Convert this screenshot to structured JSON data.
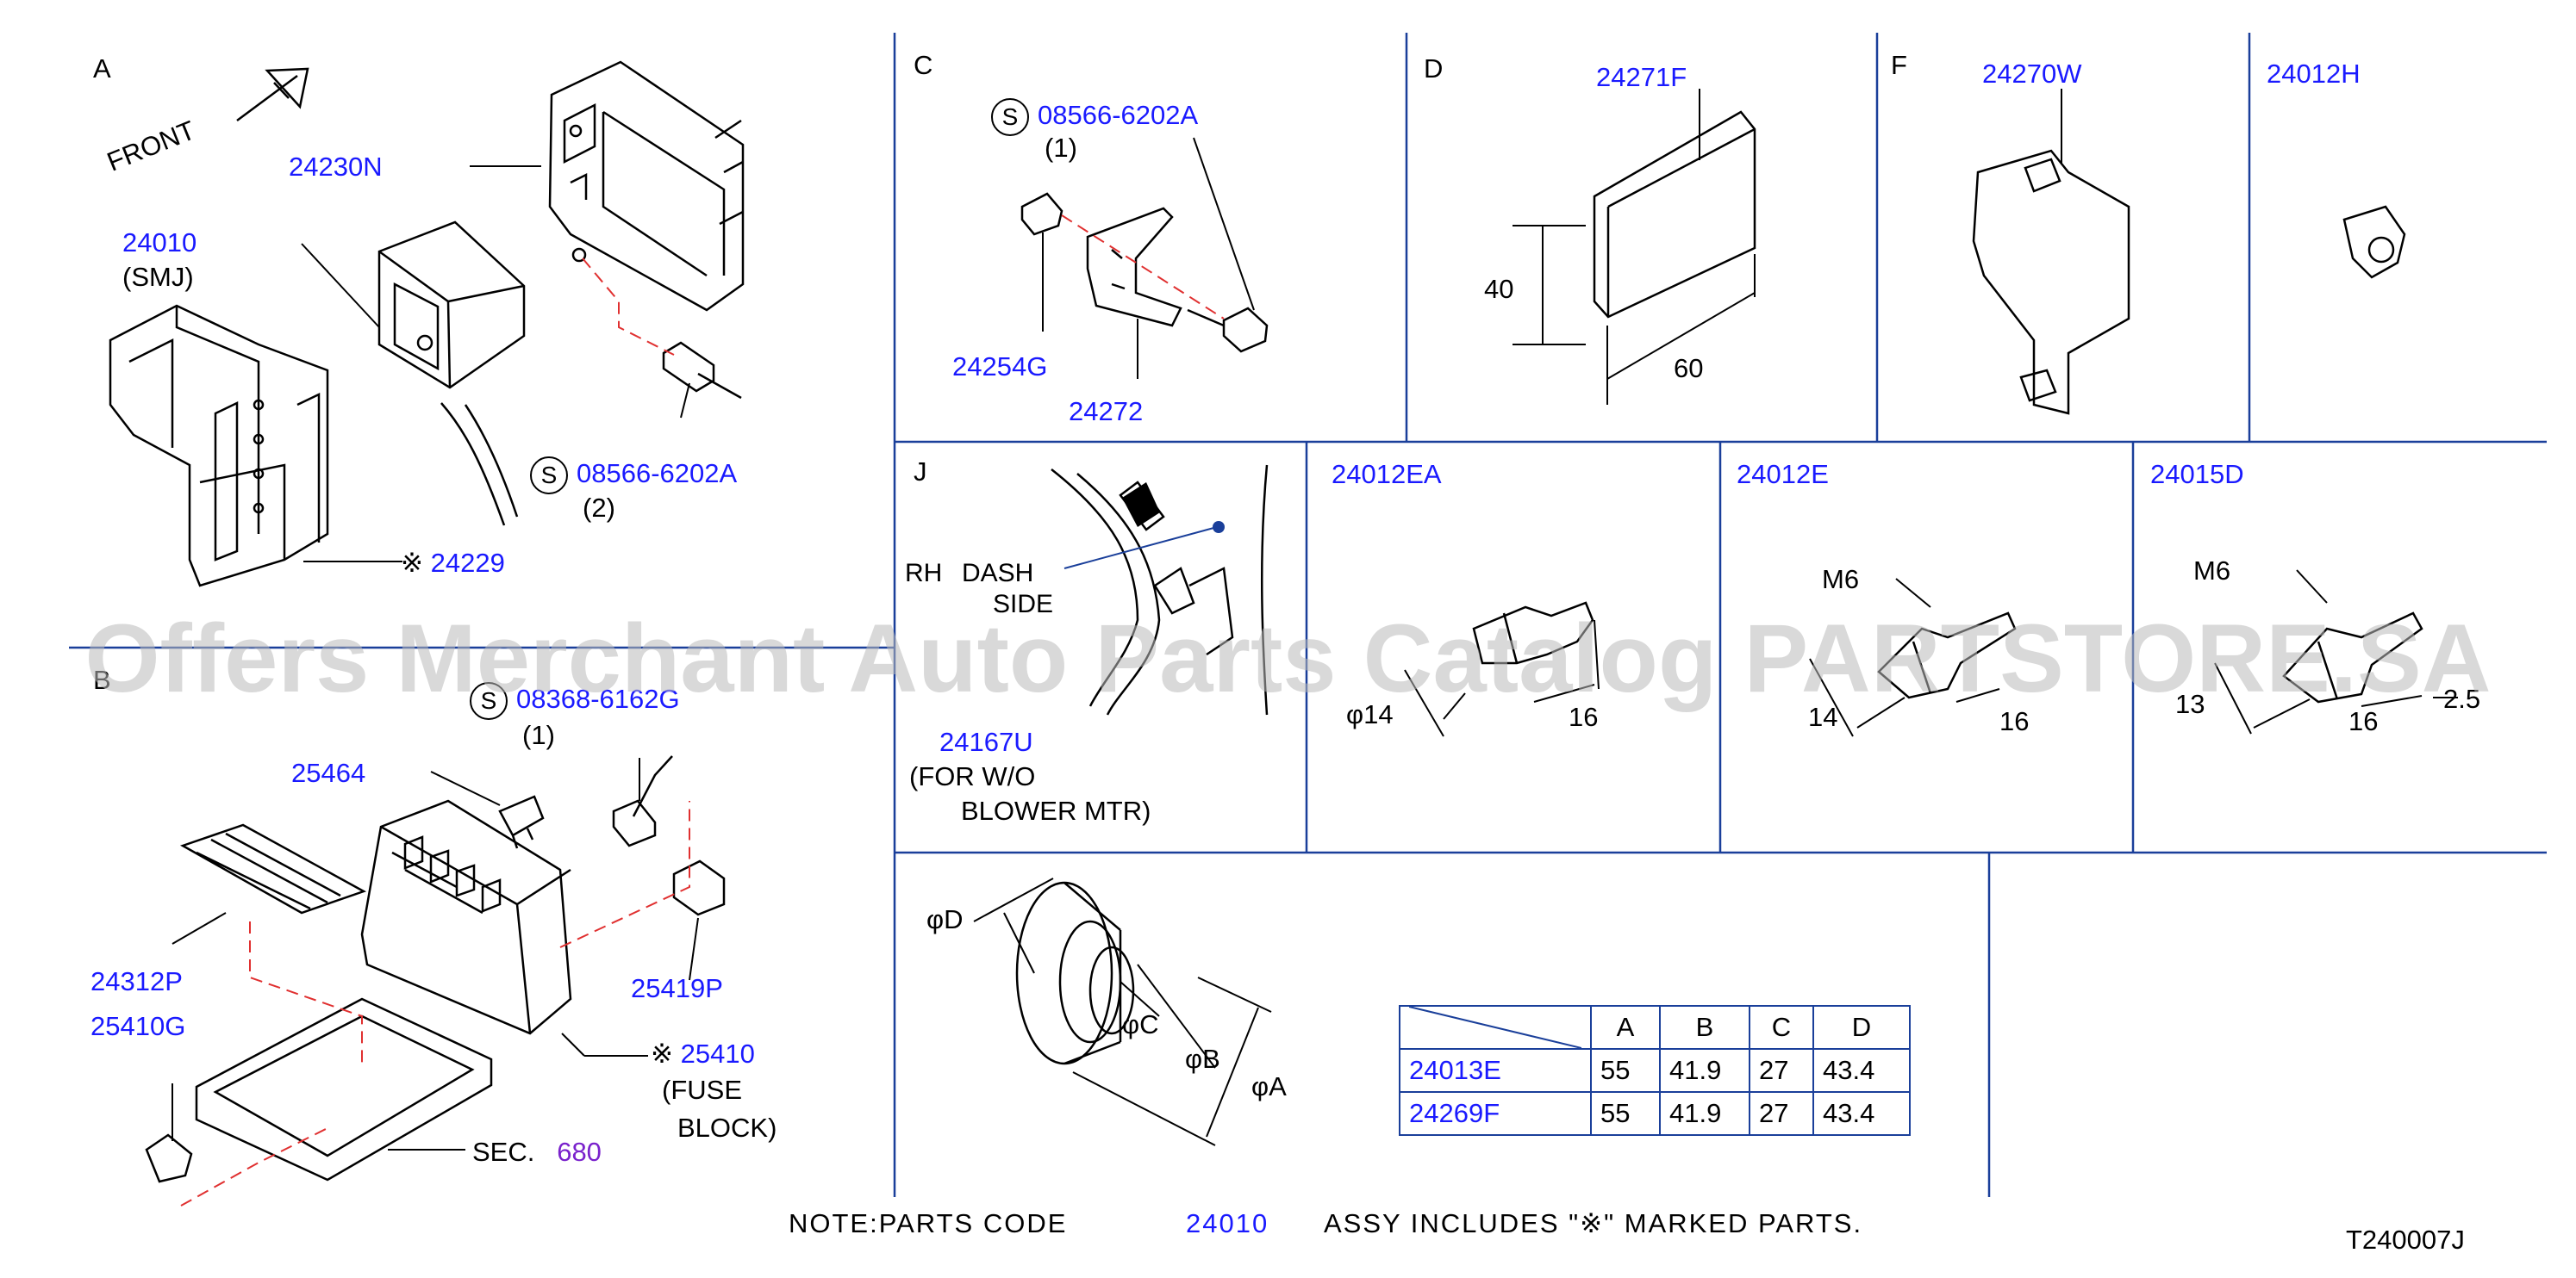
{
  "sections": {
    "A": {
      "letter": "A",
      "front_label": "FRONT",
      "part_24230N": "24230N",
      "part_24010": "24010",
      "part_24010_desc": "(SMJ)",
      "bolt_symbol": "S",
      "bolt_part": "08566-6202A",
      "bolt_qty": "(2)",
      "mark_symbol": "※",
      "part_24229": "24229"
    },
    "B": {
      "letter": "B",
      "bolt_symbol": "S",
      "bolt_part": "08368-6162G",
      "bolt_qty": "(1)",
      "part_25464": "25464",
      "part_24312P": "24312P",
      "part_25410G": "25410G",
      "part_25419P": "25419P",
      "mark_symbol": "※",
      "part_25410": "25410",
      "fuse_line1": "(FUSE",
      "fuse_line2": "BLOCK)",
      "sec_label": "SEC.",
      "sec_ref": "680"
    },
    "C": {
      "letter": "C",
      "bolt_symbol": "S",
      "bolt_part": "08566-6202A",
      "bolt_qty": "(1)",
      "part_24254G": "24254G",
      "part_24272": "24272"
    },
    "D": {
      "letter": "D",
      "part": "24271F",
      "dim_h": "40",
      "dim_w": "60"
    },
    "F": {
      "letter": "F",
      "part": "24270W"
    },
    "H": {
      "part": "24012H"
    },
    "J": {
      "letter": "J",
      "rh": "RH",
      "dash": "DASH",
      "side": "SIDE",
      "part": "24167U",
      "note_line1": "(FOR   W/O",
      "note_line2": "BLOWER   MTR)"
    },
    "EA": {
      "part": "24012EA",
      "dim_dia": "φ14",
      "dim_len": "16"
    },
    "E": {
      "part": "24012E",
      "thread": "M6",
      "dim_dia": "14",
      "dim_len": "16"
    },
    "D15": {
      "part": "24015D",
      "thread": "M6",
      "dim_dia": "13",
      "dim_len": "16",
      "dim_thk": "2.5"
    },
    "grommet": {
      "label_D": "φD",
      "label_C": "φC",
      "label_B": "φB",
      "label_A": "φA"
    }
  },
  "dimension_table": {
    "columns": [
      "A",
      "B",
      "C",
      "D"
    ],
    "rows": [
      {
        "part": "24013E",
        "values": [
          "55",
          "41.9",
          "27",
          "43.4"
        ]
      },
      {
        "part": "24269F",
        "values": [
          "55",
          "41.9",
          "27",
          "43.4"
        ]
      }
    ]
  },
  "note": {
    "prefix": "NOTE:PARTS   CODE",
    "code": "24010",
    "suffix": "ASSY   INCLUDES   \"※\"   MARKED   PARTS."
  },
  "figure_id": "T240007J",
  "watermark": "Offers Merchant Auto Parts Catalog PARTSTORE.SA",
  "colors": {
    "part_number": "#1a1aff",
    "section_ref": "#7a22cc",
    "grid_line": "#1a3f9a",
    "drawing": "#000000",
    "dashed_leader": "#e03030"
  }
}
